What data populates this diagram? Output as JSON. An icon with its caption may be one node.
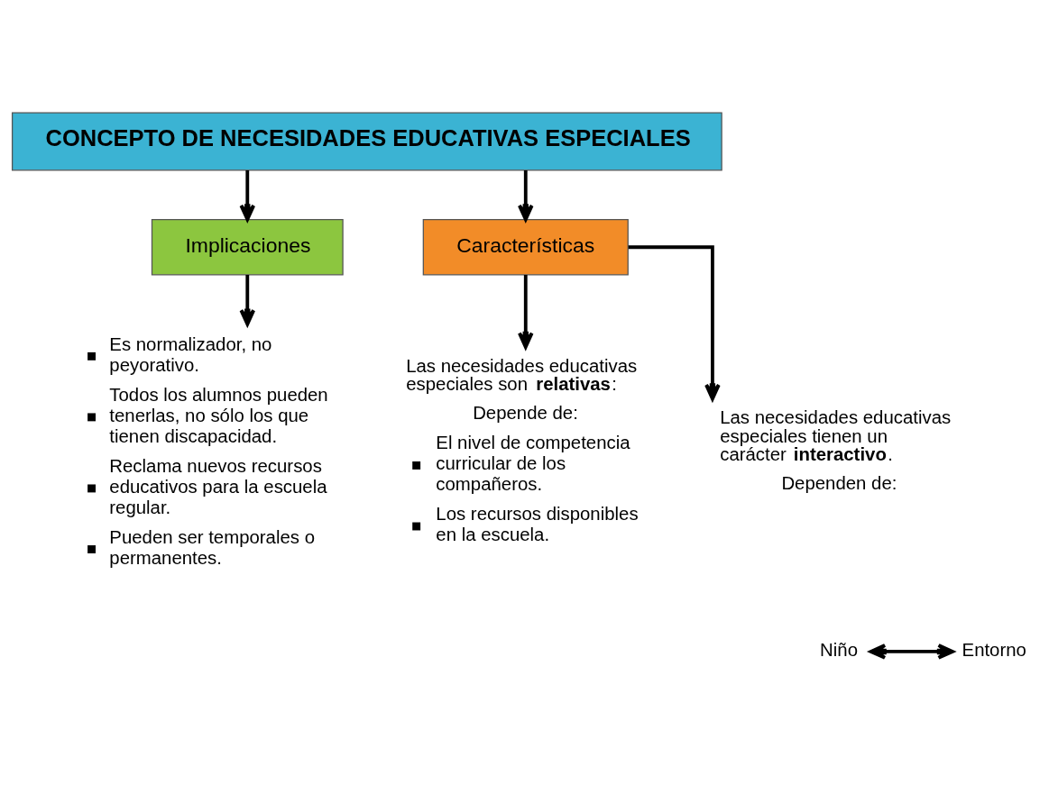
{
  "diagram": {
    "nodes": [
      {
        "text": [
          "CONCEPTO DE NECESIDADES EDUCATIVAS ESPECIALES"
        ]
      },
      {
        "text": [
          "Implicaciones"
        ]
      },
      {
        "text": [
          "Características"
        ]
      },
      {
        "text": [
          "Es normalizador, no peyorativo.",
          "Todos los alumnos pueden tenerlas, no sólo los que tienen discapacidad.",
          "Reclama nuevos recursos educativos para la escuela regular.",
          "Pueden ser temporales o permanentes."
        ]
      },
      {
        "text": [
          "Las necesidades educativas especiales son **relativas**:",
          "Depende de:",
          "El nivel de competencia curricular de los compañeros.",
          "Los recursos disponibles en la escuela."
        ]
      },
      {
        "text": [
          "Las necesidades educativas especiales tienen un carácter **interactivo**.",
          "Dependen de:"
        ]
      },
      {
        "text": [
          "Niño"
        ]
      },
      {
        "text": [
          "Entorno"
        ]
      }
    ],
    "edges": [
      {
        "from": 0,
        "to": 1,
        "arrow": "to"
      },
      {
        "from": 0,
        "to": 2,
        "arrow": "to"
      },
      {
        "from": 1,
        "to": 3,
        "arrow": "to"
      },
      {
        "from": 2,
        "to": 4,
        "arrow": "to"
      },
      {
        "from": 2,
        "to": 5,
        "arrow": "to"
      },
      {
        "from": 6,
        "to": 7,
        "arrow": "both"
      }
    ]
  }
}
